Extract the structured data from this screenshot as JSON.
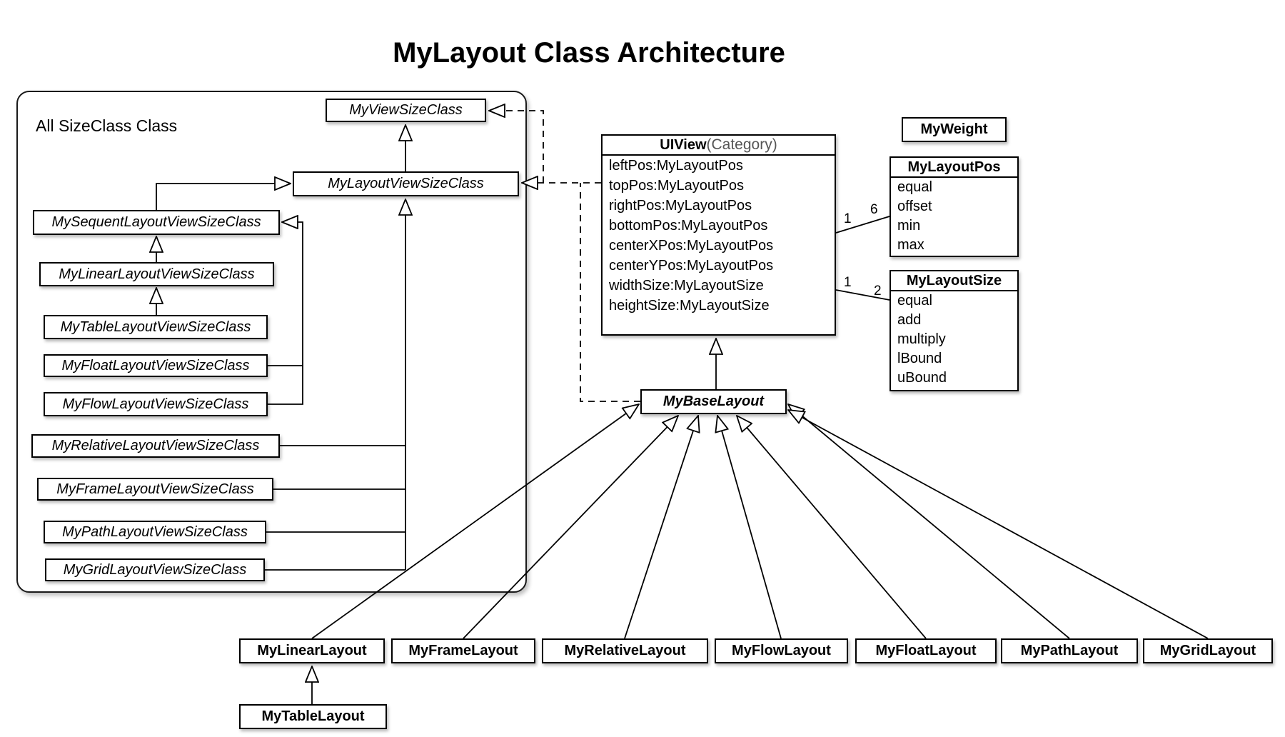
{
  "title": "MyLayout Class Architecture",
  "group_label": "All SizeClass Class",
  "classes": {
    "myViewSizeClass": "MyViewSizeClass",
    "myLayoutViewSizeClass": "MyLayoutViewSizeClass",
    "mySequentLayoutViewSizeClass": "MySequentLayoutViewSizeClass",
    "myLinearLayoutViewSizeClass": "MyLinearLayoutViewSizeClass",
    "myTableLayoutViewSizeClass": "MyTableLayoutViewSizeClass",
    "myFloatLayoutViewSizeClass": "MyFloatLayoutViewSizeClass",
    "myFlowLayoutViewSizeClass": "MyFlowLayoutViewSizeClass",
    "myRelativeLayoutViewSizeClass": "MyRelativeLayoutViewSizeClass",
    "myFrameLayoutViewSizeClass": "MyFrameLayoutViewSizeClass",
    "myPathLayoutViewSizeClass": "MyPathLayoutViewSizeClass",
    "myGridLayoutViewSizeClass": "MyGridLayoutViewSizeClass",
    "myBaseLayout": "MyBaseLayout",
    "myWeight": "MyWeight",
    "myTableLayout": "MyTableLayout"
  },
  "uiview": {
    "name": "UIView",
    "category": "(Category)",
    "attributes": [
      "leftPos:MyLayoutPos",
      "topPos:MyLayoutPos",
      "rightPos:MyLayoutPos",
      "bottomPos:MyLayoutPos",
      "centerXPos:MyLayoutPos",
      "centerYPos:MyLayoutPos",
      "widthSize:MyLayoutSize",
      "heightSize:MyLayoutSize"
    ]
  },
  "myLayoutPos": {
    "name": "MyLayoutPos",
    "attributes": [
      "equal",
      "offset",
      "min",
      "max"
    ]
  },
  "myLayoutSize": {
    "name": "MyLayoutSize",
    "attributes": [
      "equal",
      "add",
      "multiply",
      "lBound",
      "uBound"
    ]
  },
  "layouts": [
    "MyLinearLayout",
    "MyFrameLayout",
    "MyRelativeLayout",
    "MyFlowLayout",
    "MyFloatLayout",
    "MyPathLayout",
    "MyGridLayout"
  ],
  "multiplicities": {
    "pos_near": "1",
    "pos_far": "6",
    "size_near": "1",
    "size_far": "2"
  },
  "colors": {
    "stroke": "#000000",
    "background": "#ffffff"
  },
  "relationships": [
    {
      "from": "MyLayoutViewSizeClass",
      "to": "MyViewSizeClass",
      "type": "inheritance"
    },
    {
      "from": "MySequentLayoutViewSizeClass",
      "to": "MyLayoutViewSizeClass",
      "type": "inheritance"
    },
    {
      "from": "MyLinearLayoutViewSizeClass",
      "to": "MySequentLayoutViewSizeClass",
      "type": "inheritance"
    },
    {
      "from": "MyTableLayoutViewSizeClass",
      "to": "MyLinearLayoutViewSizeClass",
      "type": "inheritance"
    },
    {
      "from": "MyFloatLayoutViewSizeClass",
      "to": "MySequentLayoutViewSizeClass",
      "type": "inheritance"
    },
    {
      "from": "MyFlowLayoutViewSizeClass",
      "to": "MySequentLayoutViewSizeClass",
      "type": "inheritance"
    },
    {
      "from": "MyRelativeLayoutViewSizeClass",
      "to": "MyLayoutViewSizeClass",
      "type": "inheritance"
    },
    {
      "from": "MyFrameLayoutViewSizeClass",
      "to": "MyLayoutViewSizeClass",
      "type": "inheritance"
    },
    {
      "from": "MyPathLayoutViewSizeClass",
      "to": "MyLayoutViewSizeClass",
      "type": "inheritance"
    },
    {
      "from": "MyGridLayoutViewSizeClass",
      "to": "MyLayoutViewSizeClass",
      "type": "inheritance"
    },
    {
      "from": "MyBaseLayout",
      "to": "UIView(Category)",
      "type": "inheritance"
    },
    {
      "from": "MyLinearLayout",
      "to": "MyBaseLayout",
      "type": "inheritance"
    },
    {
      "from": "MyFrameLayout",
      "to": "MyBaseLayout",
      "type": "inheritance"
    },
    {
      "from": "MyRelativeLayout",
      "to": "MyBaseLayout",
      "type": "inheritance"
    },
    {
      "from": "MyFlowLayout",
      "to": "MyBaseLayout",
      "type": "inheritance"
    },
    {
      "from": "MyFloatLayout",
      "to": "MyBaseLayout",
      "type": "inheritance"
    },
    {
      "from": "MyPathLayout",
      "to": "MyBaseLayout",
      "type": "inheritance"
    },
    {
      "from": "MyGridLayout",
      "to": "MyBaseLayout",
      "type": "inheritance"
    },
    {
      "from": "MyTableLayout",
      "to": "MyLinearLayout",
      "type": "inheritance"
    },
    {
      "from": "UIView(Category)",
      "to": "MyLayoutPos",
      "type": "association",
      "multiplicity": "1..6"
    },
    {
      "from": "UIView(Category)",
      "to": "MyLayoutSize",
      "type": "association",
      "multiplicity": "1..2"
    },
    {
      "from": "UIView(Category)",
      "to": "MyViewSizeClass",
      "type": "dependency"
    },
    {
      "from": "UIView(Category)",
      "to": "MyLayoutViewSizeClass",
      "type": "dependency"
    },
    {
      "from": "MyBaseLayout",
      "to": "MyLayoutViewSizeClass",
      "type": "dependency"
    }
  ]
}
